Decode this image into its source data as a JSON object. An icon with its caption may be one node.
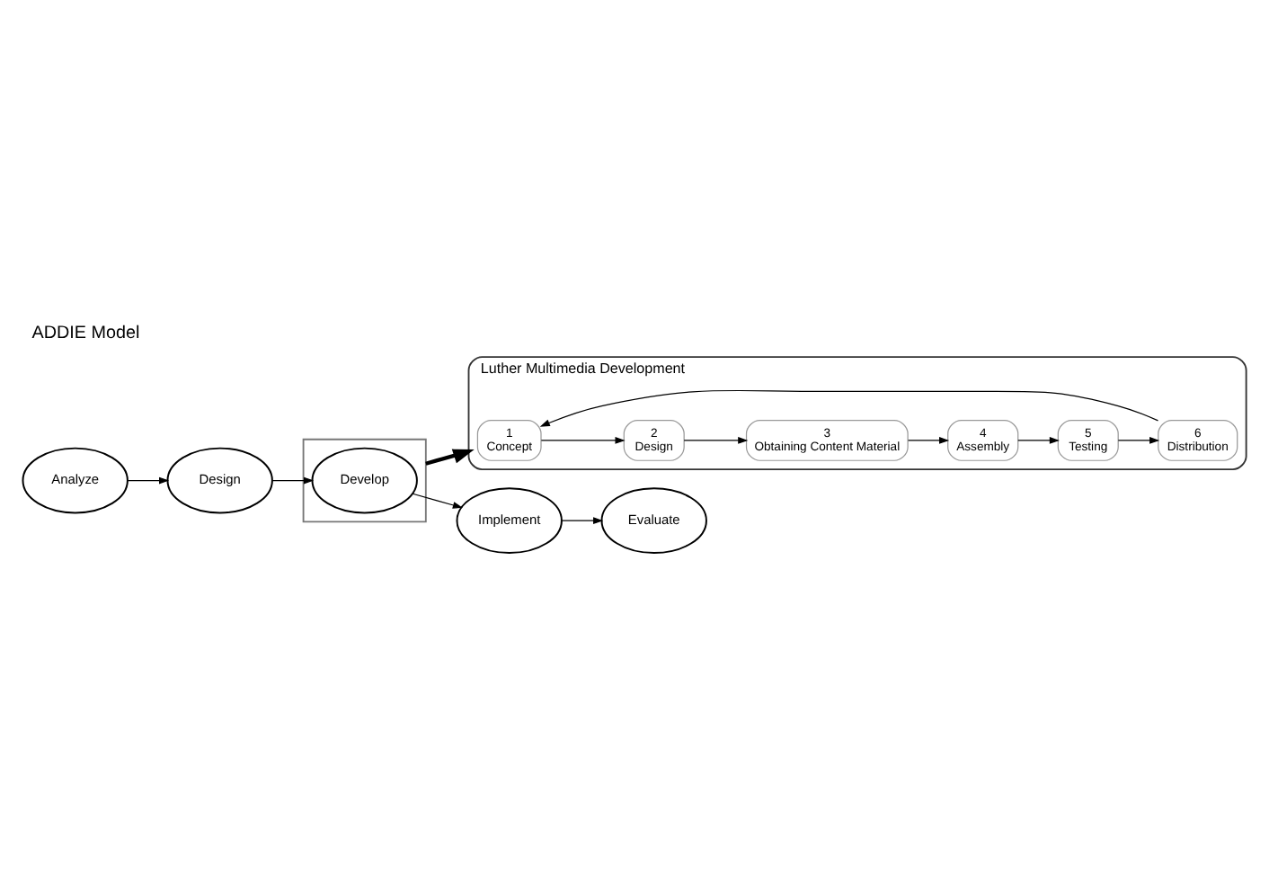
{
  "diagram": {
    "title": "ADDIE Model",
    "nodes": [
      {
        "text": [
          "Analyze"
        ]
      },
      {
        "text": [
          "Design"
        ]
      },
      {
        "text": [],
        "shape": "box"
      },
      {
        "text": [
          "Develop"
        ],
        "in": 2
      },
      {
        "text": [
          "Implement"
        ]
      },
      {
        "text": [
          "Evaluate"
        ]
      },
      {
        "text": [
          "Luther Multimedia Development"
        ]
      },
      {
        "text": [
          "1",
          "Concept"
        ],
        "in": 6
      },
      {
        "text": [
          "2",
          "Design"
        ],
        "in": 6
      },
      {
        "text": [
          "3",
          "Obtaining Content Material"
        ],
        "in": 6
      },
      {
        "text": [
          "4",
          "Assembly"
        ],
        "in": 6
      },
      {
        "text": [
          "5",
          "Testing"
        ],
        "in": 6
      },
      {
        "text": [
          "6",
          "Distribution"
        ],
        "in": 6
      }
    ],
    "edges": [
      {
        "from": 0,
        "to": 1,
        "arrow": "to"
      },
      {
        "from": 1,
        "to": 3,
        "arrow": "to"
      },
      {
        "from": 3,
        "to": 4,
        "arrow": "to"
      },
      {
        "from": 4,
        "to": 5,
        "arrow": "to"
      },
      {
        "from": 2,
        "to": 6,
        "arrow": "to",
        "style": "thick"
      },
      {
        "from": 7,
        "to": 8,
        "arrow": "to"
      },
      {
        "from": 8,
        "to": 9,
        "arrow": "to"
      },
      {
        "from": 9,
        "to": 10,
        "arrow": "to"
      },
      {
        "from": 10,
        "to": 11,
        "arrow": "to"
      },
      {
        "from": 11,
        "to": 12,
        "arrow": "to"
      },
      {
        "from": 12,
        "to": 7,
        "arrow": "to"
      }
    ]
  }
}
